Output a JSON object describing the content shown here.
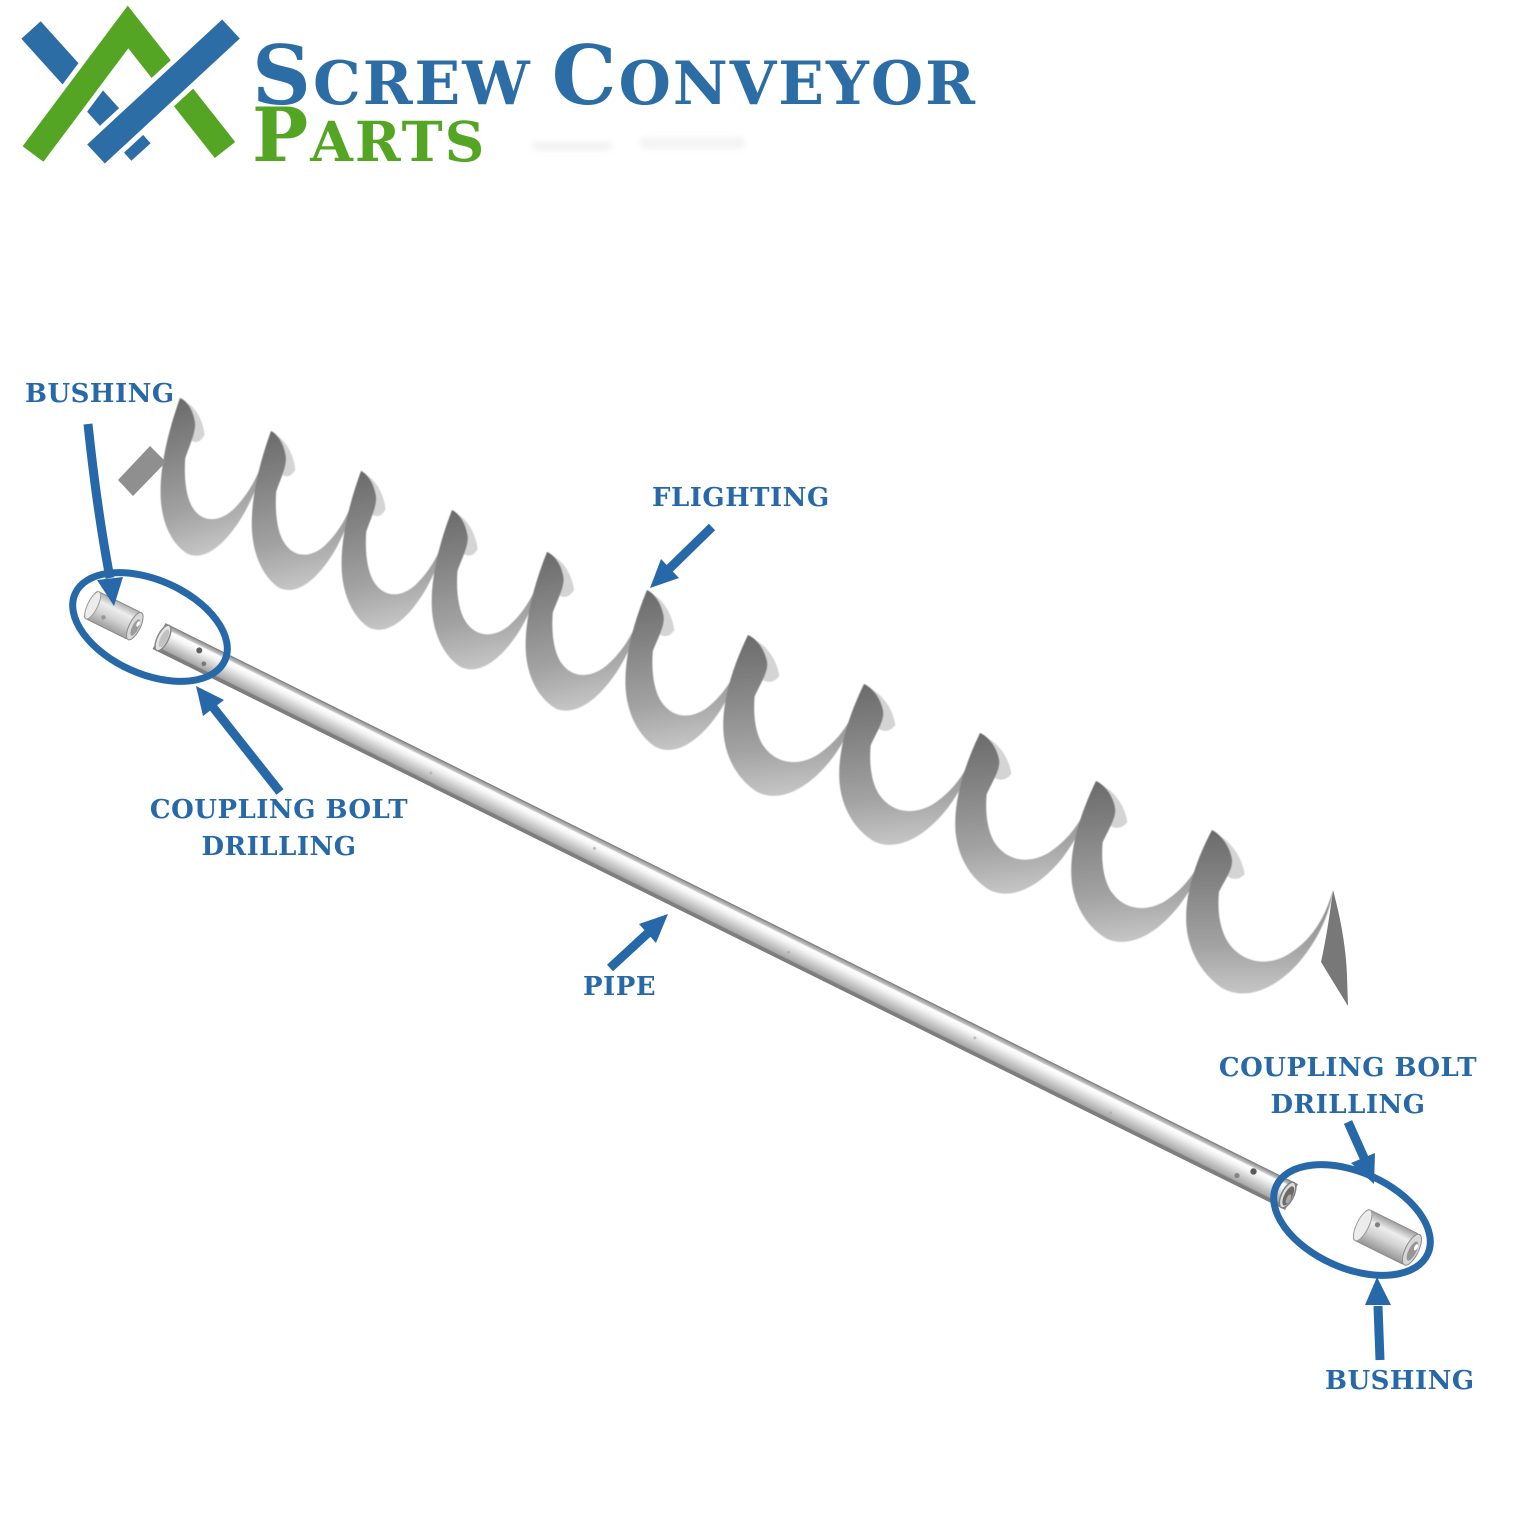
{
  "logo": {
    "word1": "Screw",
    "word2": "Conveyor",
    "word3": "Parts",
    "blue": "#2d6da5",
    "green": "#55a525"
  },
  "labels": {
    "bushing_left": "BUSHING",
    "flighting": "FLIGHTING",
    "coupling_left_line1": "COUPLING BOLT",
    "coupling_left_line2": "DRILLING",
    "pipe": "PIPE",
    "coupling_right_line1": "COUPLING BOLT",
    "coupling_right_line2": "DRILLING",
    "bushing_right": "BUSHING"
  },
  "annotations": {
    "color": "#2668a8",
    "arrows": [
      "bushing-left",
      "coupling-left",
      "flighting",
      "pipe",
      "coupling-right",
      "bushing-right"
    ],
    "ellipses": [
      "coupling-area-left",
      "coupling-area-right"
    ]
  },
  "part_colors": {
    "flighting_gray": "#8a8a8a",
    "pipe_silver": "#d6d6d6",
    "bushing_gray": "#d2d2d2"
  }
}
